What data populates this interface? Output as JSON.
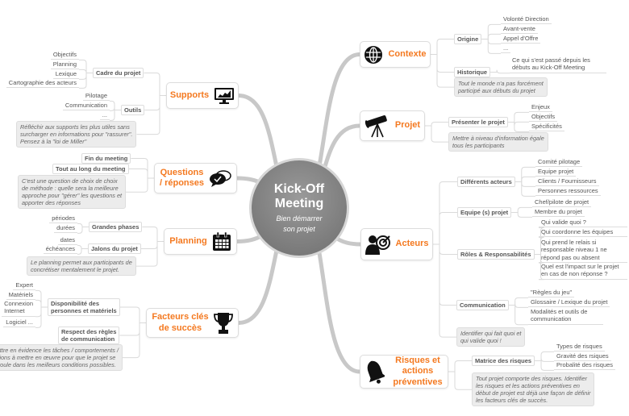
{
  "center": {
    "title": "Kick-Off\nMeeting",
    "subtitle": "Bien démarrer\nson projet"
  },
  "contexte": {
    "title": "Contexte",
    "icon": "globe-icon",
    "origine": {
      "label": "Origine",
      "items": [
        "Volonté Direction",
        "Avant-vente",
        "Appel d'Offre",
        "..."
      ]
    },
    "historique": {
      "label": "Historique",
      "items": [
        "Ce qui s'est passé depuis les\ndébuts au Kick-Off Meeting"
      ]
    },
    "note": "Tout le monde n'a pas forcément\nparticipé aux débuts du projet"
  },
  "projet": {
    "title": "Projet",
    "icon": "telescope-icon",
    "presenter": {
      "label": "Présenter le projet",
      "items": [
        "Enjeux",
        "Objectifs",
        "Spécificités"
      ]
    },
    "note": "Mettre à niveau d'information égale\ntous les participants"
  },
  "acteurs": {
    "title": "Acteurs",
    "icon": "target-person-icon",
    "differents": {
      "label": "Différents acteurs",
      "items": [
        "Comité pilotage",
        "Equipe projet",
        "Clients / Fournisseurs",
        "Personnes ressources"
      ]
    },
    "equipe": {
      "label": "Equipe (s) projet",
      "items": [
        "Chef/pilote de projet",
        "Membre du projet"
      ]
    },
    "roles": {
      "label": "Rôles & Responsabilités",
      "items": [
        "Qui valide quoi ?",
        "Qui coordonne les équipes",
        "Qui prend le relais si responsable\nniveau 1 ne répond pas ou\nabsent",
        "Quel est l'impact sur le projet\nen cas de non réponse ?"
      ]
    },
    "communication": {
      "label": "Communication",
      "items": [
        "\"Règles du jeu\"",
        "Glossaire / Lexique du projet",
        "Modalités et outils de\ncommunication"
      ]
    },
    "note": "Identifier qui fait quoi et\nqui valide quoi !"
  },
  "risques": {
    "title": "Risques et\nactions\npréventives",
    "icon": "bell-icon",
    "matrice": {
      "label": "Matrice des risques",
      "items": [
        "Types de risques",
        "Gravité des rsiques",
        "Probalité des risques"
      ]
    },
    "note": "Tout projet comporte des risques. Identifier\nles risques et les actions préventives en\ndébut de projet est déjà une façon de définir\nles facteurs clés de succès."
  },
  "supports": {
    "title": "Supports",
    "icon": "monitor-chart-icon",
    "cadre": {
      "label": "Cadre du projet",
      "items": [
        "Objectifs",
        "Planning",
        "Lexique",
        "Cartographie des acteurs"
      ]
    },
    "outils": {
      "label": "Outils",
      "items": [
        "Pilotage",
        "Communication",
        "..."
      ]
    },
    "note": "Réfléchir aux supports les plus utiles sans\nsurcharger en informations pour \"rassurer\".\nPensez à la \"loi de Miller\""
  },
  "questions": {
    "title": "Questions\n/ réponses",
    "icon": "chat-bubbles-icon",
    "fin": {
      "label": "Fin du meeting"
    },
    "tout": {
      "label": "Tout au long du meeting"
    },
    "note": "C'est une question de choix de choix\nde méthode : quelle sera la meilleure\napproche pour \"gérer\" les questions et\napporter des réponses"
  },
  "planning": {
    "title": "Planning",
    "icon": "calendar-icon",
    "phases": {
      "label": "Grandes phases",
      "items": [
        "périodes",
        "durées"
      ]
    },
    "jalons": {
      "label": "Jalons du projet",
      "items": [
        "dates",
        "échéances"
      ]
    },
    "note": "Le planning permet aux participants de\nconcrétiser mentalement le projet."
  },
  "facteurs": {
    "title": "Facteurs clés\nde succès",
    "icon": "trophy-icon",
    "dispo": {
      "label": "Disponibilité des\npersonnes et matériels",
      "items": [
        "Expert",
        "Matériels",
        "Connexion\nInternet",
        "Logiciel ..."
      ]
    },
    "respect": {
      "label": "Respect des règles\nde communication"
    },
    "note": "Mettre en évidence les tâches / comportements /\nactions à mettre en œuvre pour que le projet se\ndéroule dans les meilleurs conditions possibles."
  }
}
